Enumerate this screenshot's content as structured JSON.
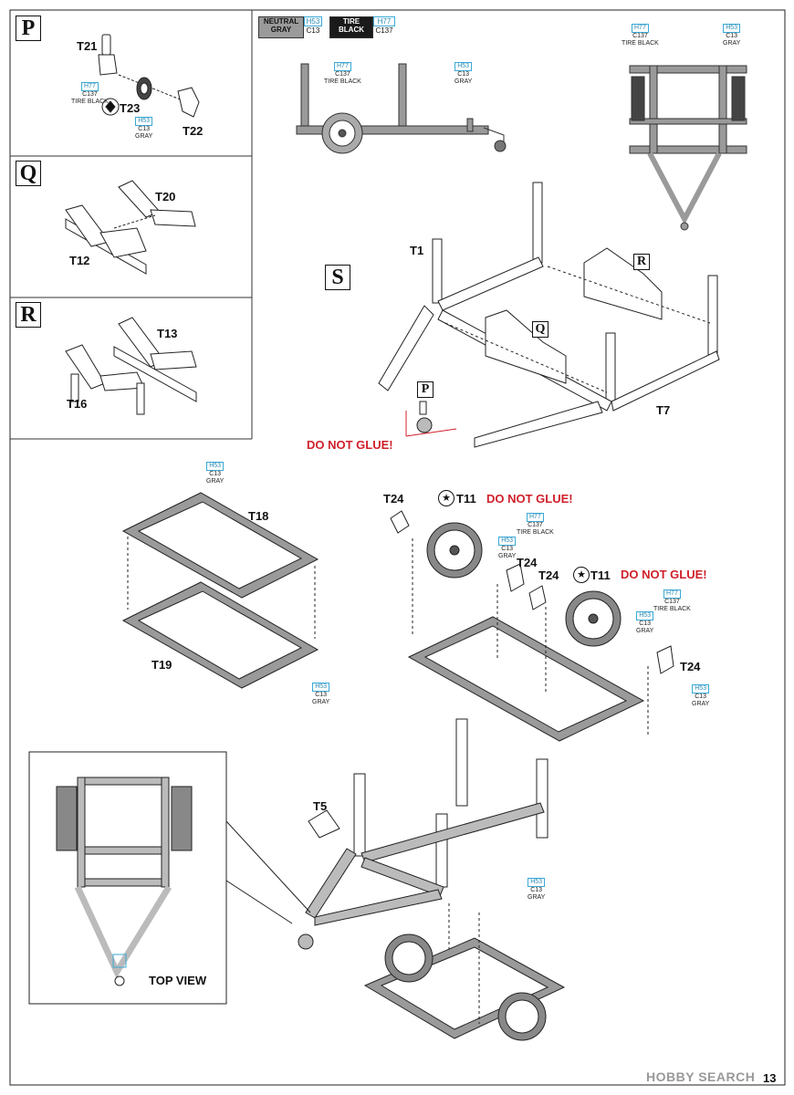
{
  "steps": {
    "P": "P",
    "Q": "Q",
    "R": "R",
    "S": "S"
  },
  "legend": {
    "neutral_gray": {
      "line1": "NEUTRAL",
      "line2": "GRAY",
      "code1": "H53",
      "code2": "C13",
      "color": "#9a9a9a"
    },
    "tire_black": {
      "line1": "TIRE",
      "line2": "BLACK",
      "code1": "H77",
      "code2": "C137",
      "color": "#1a1a1a"
    }
  },
  "parts": {
    "t21": "T21",
    "t23": "T23",
    "t22": "T22",
    "t20": "T20",
    "t12": "T12",
    "t13": "T13",
    "t16": "T16",
    "t1": "T1",
    "t7": "T7",
    "t18": "T18",
    "t19": "T19",
    "t24a": "T24",
    "t11a": "T11",
    "t24b": "T24",
    "t24c": "T24",
    "t11b": "T11",
    "t24d": "T24",
    "t5": "T5"
  },
  "warnings": {
    "do_not_glue_1": "DO NOT GLUE!",
    "do_not_glue_2": "DO NOT GLUE!",
    "do_not_glue_3": "DO NOT GLUE!"
  },
  "paint_gray": {
    "code": "H53",
    "c": "C13",
    "name": "GRAY"
  },
  "paint_black": {
    "code": "H77",
    "c": "C137",
    "name": "TIRE BLACK"
  },
  "top_view": "TOP VIEW",
  "page_number": "13",
  "watermark": "HOBBY SEARCH",
  "colors": {
    "frame_gray": "#8c8c8c",
    "warn_red": "#d0202a",
    "paint_blue": "#39a9d6"
  }
}
